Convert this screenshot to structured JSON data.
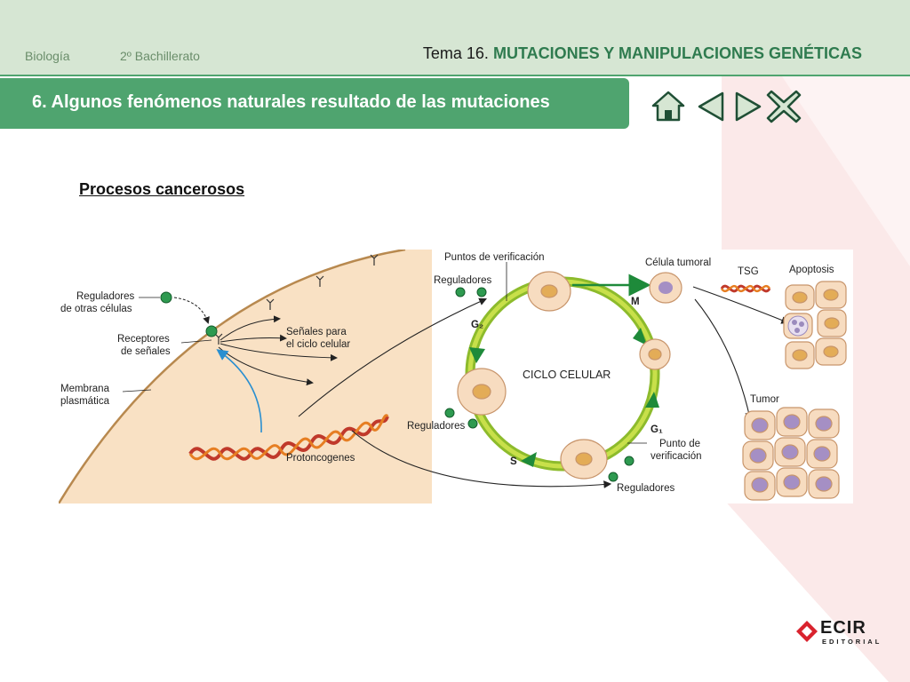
{
  "header": {
    "subject": "Biología",
    "course": "2º Bachillerato",
    "tema_prefix": "Tema 16.",
    "tema_title": "MUTACIONES Y MANIPULACIONES GENÉTICAS"
  },
  "title": "6. Algunos fenómenos naturales resultado de las mutaciones",
  "nav": [
    "home-icon",
    "previous-icon",
    "next-icon",
    "close-icon"
  ],
  "section_heading": "Procesos cancerosos",
  "figure": {
    "labels": {
      "reguladores_otras": [
        "Reguladores",
        "de otras células"
      ],
      "receptores": [
        "Receptores",
        "de señales"
      ],
      "membrana": [
        "Membrana",
        "plasmática"
      ],
      "senales": [
        "Señales para",
        "el ciclo celular"
      ],
      "protoncogenes": "Protoncogenes",
      "puntos_verificacion": "Puntos de verificación",
      "reguladores_top": "Reguladores",
      "reguladores_left": "Reguladores",
      "reguladores_bottom": "Reguladores",
      "ciclo": "CICLO CELULAR",
      "g2": "G₂",
      "m": "M",
      "g1": "G₁",
      "s": "S",
      "punto_verificacion": [
        "Punto de",
        "verificación"
      ],
      "celula_tumoral": "Célula tumoral",
      "tsg": "TSG",
      "apoptosis": "Apoptosis",
      "tumor": "Tumor"
    }
  },
  "logo": {
    "main": "ECIR",
    "sub": "EDITORIAL"
  },
  "colors": {
    "accent_green": "#4fa46f",
    "header_bg": "#d6e6d3",
    "cell_fill": "#f7dcc0",
    "nucleus": "#e3ac57",
    "tumor_nucleus": "#a58fc4"
  }
}
